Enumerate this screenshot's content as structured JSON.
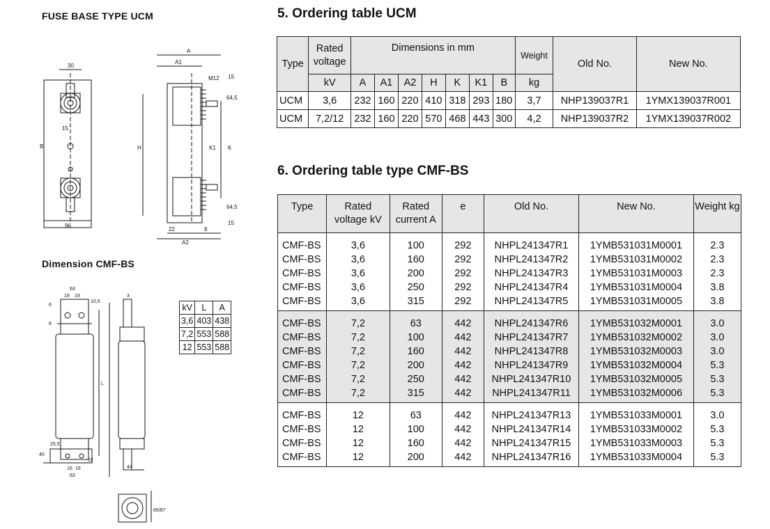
{
  "left": {
    "fuse_base_title": "FUSE BASE TYPE UCM",
    "dimension_title": "Dimension CMF-BS",
    "ucm_drawing_labels": [
      "30",
      "96",
      "B",
      "15",
      "A",
      "A1",
      "M12",
      "15",
      "64,5",
      "H",
      "K1",
      "K",
      "22",
      "8",
      "A2",
      "64,5",
      "15"
    ],
    "cmf_drawing_labels": [
      "63",
      "19",
      "19",
      "10,5",
      "6",
      "6",
      "L",
      "25,5",
      "40",
      "16",
      "16",
      "63",
      "44",
      "22",
      "3",
      "65/87"
    ]
  },
  "mini_table": {
    "headers": [
      "kV",
      "L",
      "A"
    ],
    "rows": [
      [
        "3,6",
        "403",
        "438"
      ],
      [
        "7,2",
        "553",
        "588"
      ],
      [
        "12",
        "553",
        "588"
      ]
    ]
  },
  "ucm": {
    "title": "5. Ordering table UCM",
    "headers": {
      "type": "Type",
      "rated_voltage": "Rated voltage",
      "dimensions": "Dimensions in mm",
      "weight": "Weight",
      "old_no": "Old No.",
      "new_no": "New No."
    },
    "units": [
      "kV",
      "A",
      "A1",
      "A2",
      "H",
      "K",
      "K1",
      "B",
      "kg"
    ],
    "rows": [
      [
        "UCM",
        "3,6",
        "232",
        "160",
        "220",
        "410",
        "318",
        "293",
        "180",
        "3,7",
        "NHP139037R1",
        "1YMX139037R001"
      ],
      [
        "UCM",
        "7,2/12",
        "232",
        "160",
        "220",
        "570",
        "468",
        "443",
        "300",
        "4,2",
        "NHP139037R2",
        "1YMX139037R002"
      ]
    ]
  },
  "cmf": {
    "title": "6. Ordering table type CMF-BS",
    "headers": [
      "Type",
      "Rated voltage kV",
      "Rated current A",
      "e",
      "Old No.",
      "New No.",
      "Weight kg"
    ],
    "groups": [
      {
        "shaded": false,
        "rows": [
          [
            "CMF-BS",
            "3,6",
            "100",
            "292",
            "NHPL241347R1",
            "1YMB531031M0001",
            "2.3"
          ],
          [
            "CMF-BS",
            "3,6",
            "160",
            "292",
            "NHPL241347R2",
            "1YMB531031M0002",
            "2.3"
          ],
          [
            "CMF-BS",
            "3,6",
            "200",
            "292",
            "NHPL241347R3",
            "1YMB531031M0003",
            "2.3"
          ],
          [
            "CMF-BS",
            "3,6",
            "250",
            "292",
            "NHPL241347R4",
            "1YMB531031M0004",
            "3.8"
          ],
          [
            "CMF-BS",
            "3,6",
            "315",
            "292",
            "NHPL241347R5",
            "1YMB531031M0005",
            "3.8"
          ]
        ]
      },
      {
        "shaded": true,
        "rows": [
          [
            "CMF-BS",
            "7,2",
            "63",
            "442",
            "NHPL241347R6",
            "1YMB531032M0001",
            "3.0"
          ],
          [
            "CMF-BS",
            "7,2",
            "100",
            "442",
            "NHPL241347R7",
            "1YMB531032M0002",
            "3.0"
          ],
          [
            "CMF-BS",
            "7,2",
            "160",
            "442",
            "NHPL241347R8",
            "1YMB531032M0003",
            "3.0"
          ],
          [
            "CMF-BS",
            "7,2",
            "200",
            "442",
            "NHPL241347R9",
            "1YMB531032M0004",
            "5.3"
          ],
          [
            "CMF-BS",
            "7,2",
            "250",
            "442",
            "NHPL241347R10",
            "1YMB531032M0005",
            "5.3"
          ],
          [
            "CMF-BS",
            "7,2",
            "315",
            "442",
            "NHPL241347R11",
            "1YMB531032M0006",
            "5.3"
          ]
        ]
      },
      {
        "shaded": false,
        "rows": [
          [
            "CMF-BS",
            "12",
            "63",
            "442",
            "NHPL241347R13",
            "1YMB531033M0001",
            "3.0"
          ],
          [
            "CMF-BS",
            "12",
            "100",
            "442",
            "NHPL241347R14",
            "1YMB531033M0002",
            "5.3"
          ],
          [
            "CMF-BS",
            "12",
            "160",
            "442",
            "NHPL241347R15",
            "1YMB531033M0003",
            "5.3"
          ],
          [
            "CMF-BS",
            "12",
            "200",
            "442",
            "NHPL241347R16",
            "1YMB531033M0004",
            "5.3"
          ]
        ]
      }
    ]
  }
}
